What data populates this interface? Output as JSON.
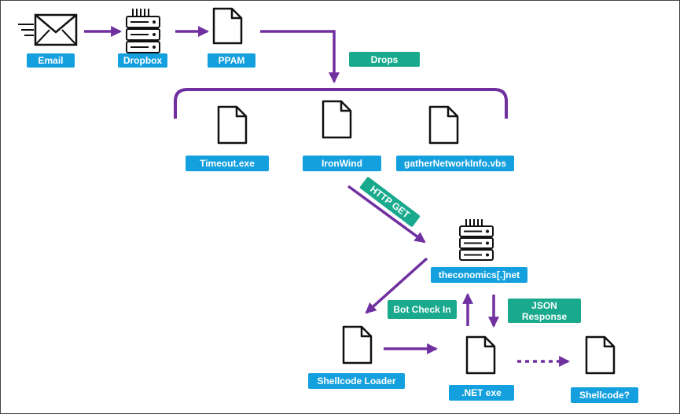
{
  "colors": {
    "arrow": "#7030a0",
    "label_blue": "#14a0de",
    "label_teal": "#19a98d",
    "icon_stroke": "#111111"
  },
  "icons": {
    "email": "envelope-icon",
    "dropbox": "server-icon",
    "ppam": "document-icon",
    "timeout": "document-icon",
    "ironwind": "document-icon",
    "gather": "document-icon",
    "c2": "server-icon",
    "loader": "document-icon",
    "dotnet": "document-icon",
    "shellcode": "document-icon"
  },
  "nodes": {
    "email": "Email",
    "dropbox": "Dropbox",
    "ppam": "PPAM",
    "timeout": "Timeout.exe",
    "ironwind": "IronWind",
    "gather": "gatherNetworkInfo.vbs",
    "c2": "theconomics[.]net",
    "loader": "Shellcode Loader",
    "dotnet": ".NET exe",
    "shellcode": "Shellcode?"
  },
  "edges": {
    "drops": "Drops",
    "http_get": "HTTP GET",
    "bot_check_in": "Bot Check In",
    "json_response_line1": "JSON",
    "json_response_line2": "Response"
  }
}
